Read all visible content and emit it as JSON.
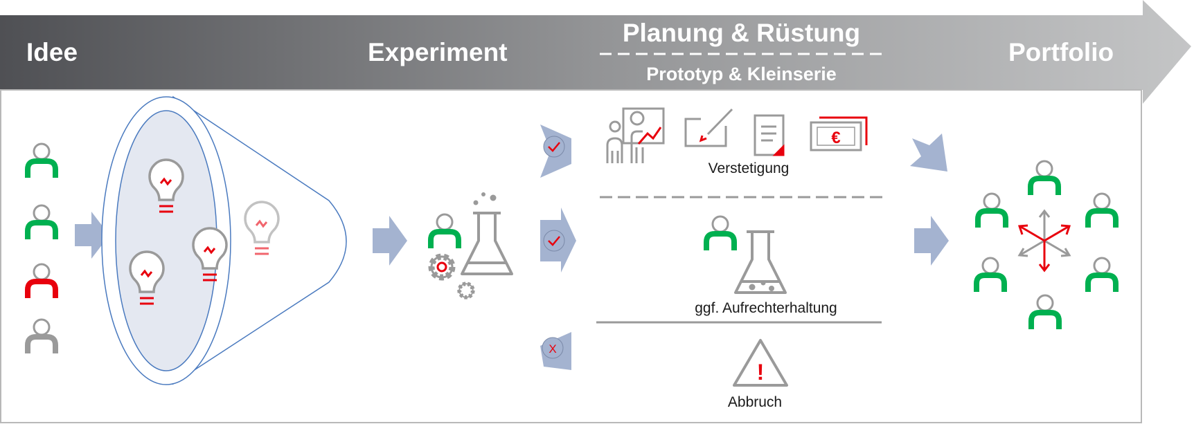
{
  "header": {
    "stages": [
      {
        "label": "Idee"
      },
      {
        "label": "Experiment"
      },
      {
        "label": "Planung & Rüstung"
      },
      {
        "label": "Portfolio"
      }
    ],
    "subtitle": "Prototyp & Kleinserie"
  },
  "outcomes": {
    "continue_label": "Verstetigung",
    "maintain_label": "ggf. Aufrechterhaltung",
    "abort_label": "Abbruch",
    "abort_mark": "X",
    "alert_mark": "!"
  },
  "icons": {
    "currency_symbol": "€"
  },
  "colors": {
    "header_dark": "#4f5054",
    "header_light": "#c4c5c6",
    "accent_red": "#e8000d",
    "accent_green": "#00b050",
    "icon_gray": "#9a9a9a",
    "arrow_blue": "#a4b3d0",
    "funnel_fill": "#e4e8f1",
    "funnel_stroke": "#4a7abf"
  }
}
